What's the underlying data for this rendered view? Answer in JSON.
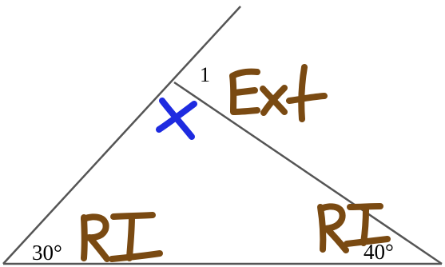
{
  "diagram": {
    "angle_left_label": "30°",
    "angle_right_label": "40°",
    "exterior_angle_label": "1",
    "hand_annotations": {
      "unknown_angle": "X",
      "exterior": "Ext",
      "remote_interior_left": "RI",
      "remote_interior_right": "RI"
    }
  },
  "colors": {
    "line": "#555555",
    "printed_text": "#000000",
    "annotation_brown": "#7a4a12",
    "annotation_blue": "#1e2be0"
  }
}
